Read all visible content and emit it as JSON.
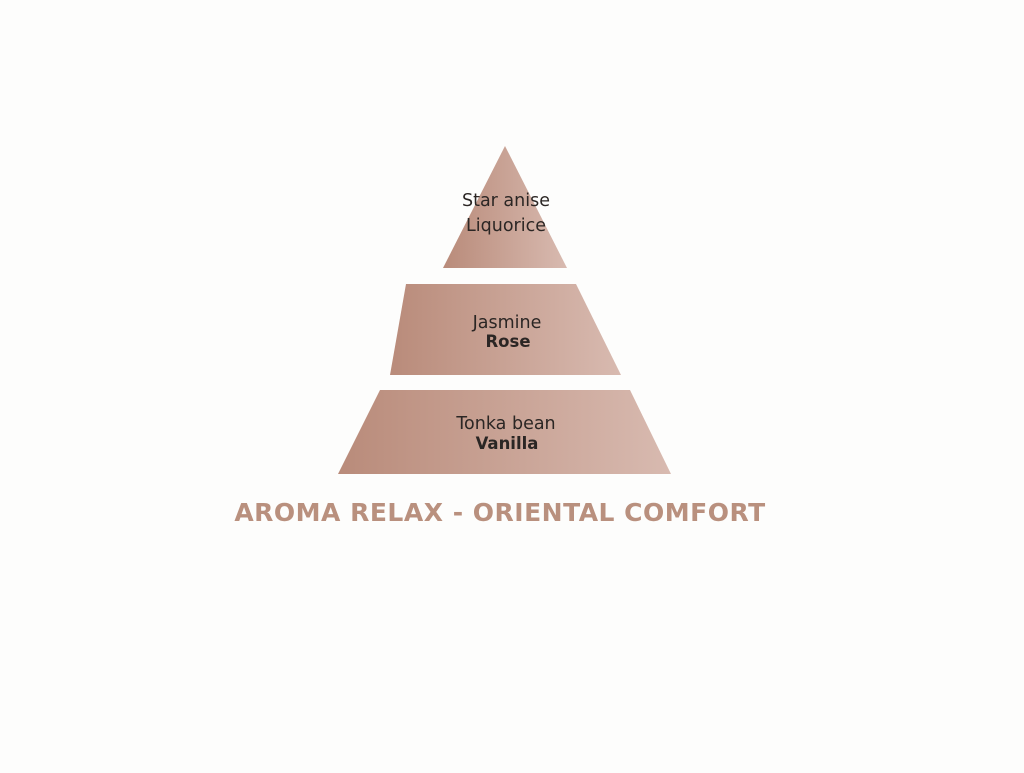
{
  "pyramid": {
    "tiers": [
      {
        "lines": [
          "Star anise",
          "Liquorice"
        ]
      },
      {
        "lines": [
          "Jasmine",
          "Rose"
        ]
      },
      {
        "lines": [
          "Tonka bean",
          "Vanilla"
        ]
      }
    ],
    "title": "AROMA RELAX - ORIENTAL COMFORT"
  },
  "colors": {
    "tier_light": "#d6b6aa",
    "tier_dark": "#b98b7a",
    "title": "#b9907e",
    "text": "#2b2624"
  }
}
